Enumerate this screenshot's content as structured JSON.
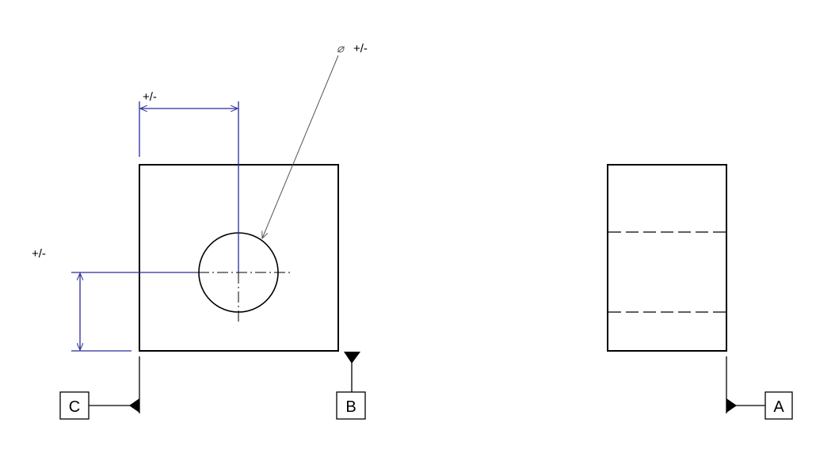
{
  "dimensions": {
    "horizontal_tolerance": "+/-",
    "vertical_tolerance": "+/-",
    "diameter_symbol": "⌀",
    "diameter_tolerance": "+/-"
  },
  "datums": {
    "a": "A",
    "b": "B",
    "c": "C"
  },
  "colors": {
    "outline": "#000000",
    "dimension": "#2a2a9a",
    "leader": "#555555"
  }
}
